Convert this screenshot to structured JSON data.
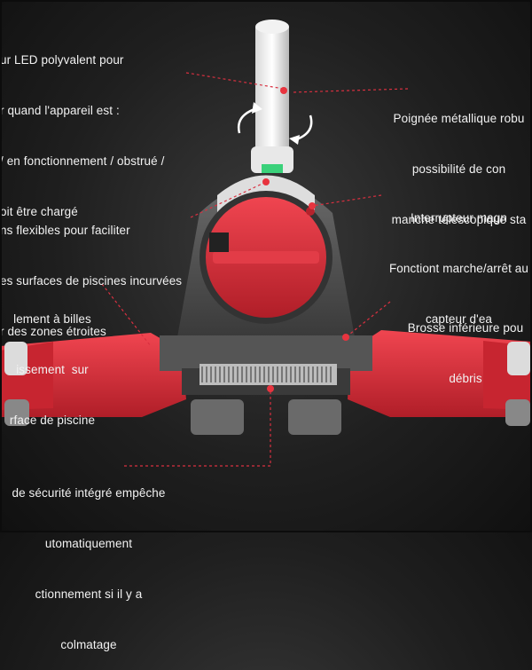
{
  "callouts": {
    "led": [
      "ur LED polyvalent pour",
      "r quand l'appareil est :",
      "/ en fonctionnement / obstrué /",
      "oit être chargé"
    ],
    "handle": [
      "Poignée métallique robu",
      "possibilité de con",
      "manche télescopique sta"
    ],
    "wheels": [
      "ns flexibles pour faciliter",
      "es surfaces de piscines incurvées",
      "r des zones étroites"
    ],
    "switch": [
      "Interrupteur magn",
      "Fonctiont marche/arrêt au",
      "capteur d'ea"
    ],
    "bearing": [
      "lement à billes",
      "issement  sur",
      "rface de piscine"
    ],
    "brush": [
      "Brosse inférieure pou",
      "débris"
    ],
    "safety": [
      "de sécurité intégré empêche",
      "utomatiquement",
      "ctionnement si il y a",
      "colmatage"
    ]
  },
  "colors": {
    "accent": "#e8343f",
    "body_red": "#d82a35",
    "dark_grey": "#4a4a4a",
    "background": "#1f1f1f"
  }
}
